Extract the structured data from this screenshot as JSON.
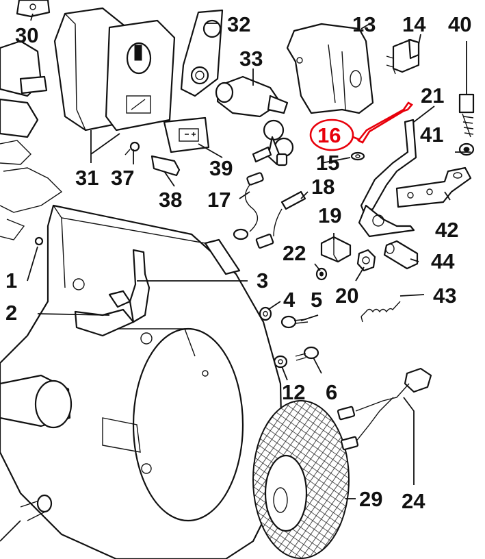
{
  "highlight_color": "#e8000b",
  "ink_color": "#111111",
  "highlighted_part": "16",
  "callouts": {
    "c1": "1",
    "c2": "2",
    "c3": "3",
    "c4": "4",
    "c5": "5",
    "c6": "6",
    "c12": "12",
    "c13": "13",
    "c14": "14",
    "c15": "15",
    "c16": "16",
    "c17": "17",
    "c18": "18",
    "c19": "19",
    "c20": "20",
    "c21": "21",
    "c22": "22",
    "c24": "24",
    "c29": "29",
    "c30": "30",
    "c31": "31",
    "c32": "32",
    "c33": "33",
    "c37": "37",
    "c38": "38",
    "c39": "39",
    "c40": "40",
    "c41": "41",
    "c42": "42",
    "c43": "43",
    "c44": "44"
  }
}
